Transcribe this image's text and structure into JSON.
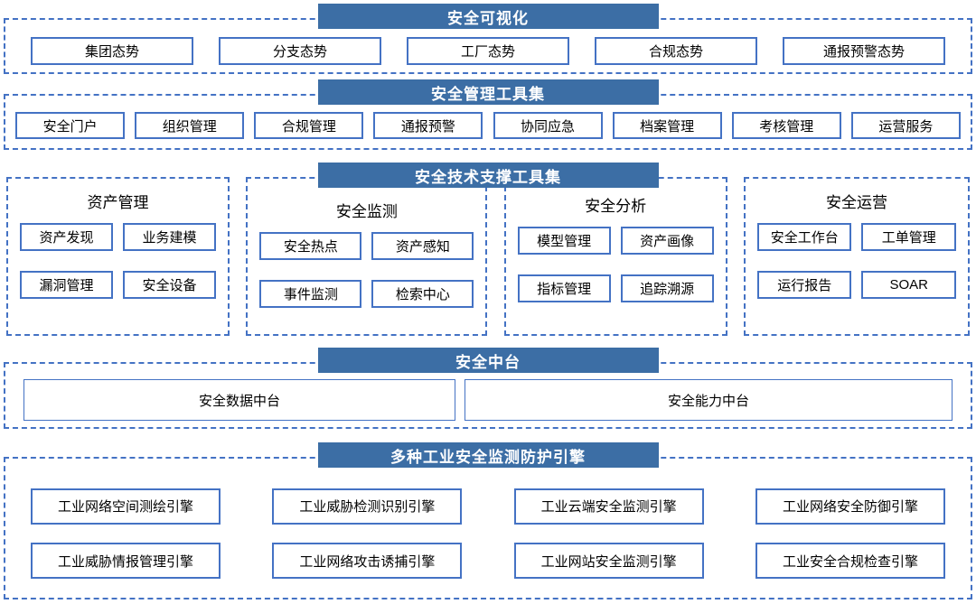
{
  "colors": {
    "header_bg": "#3c6ea5",
    "box_border": "#4472c4",
    "dashed_border": "#4472c4"
  },
  "sections": {
    "visualization": {
      "title": "安全可视化",
      "items": [
        "集团态势",
        "分支态势",
        "工厂态势",
        "合规态势",
        "通报预警态势"
      ]
    },
    "management": {
      "title": "安全管理工具集",
      "items": [
        "安全门户",
        "组织管理",
        "合规管理",
        "通报预警",
        "协同应急",
        "档案管理",
        "考核管理",
        "运营服务"
      ]
    },
    "tech_support": {
      "title": "安全技术支撑工具集",
      "groups": [
        {
          "title": "资产管理",
          "items": [
            "资产发现",
            "业务建模",
            "漏洞管理",
            "安全设备"
          ]
        },
        {
          "title": "安全监测",
          "items": [
            "安全热点",
            "资产感知",
            "事件监测",
            "检索中心"
          ]
        },
        {
          "title": "安全分析",
          "items": [
            "模型管理",
            "资产画像",
            "指标管理",
            "追踪溯源"
          ]
        },
        {
          "title": "安全运营",
          "items": [
            "安全工作台",
            "工单管理",
            "运行报告",
            "SOAR"
          ]
        }
      ]
    },
    "middle_platform": {
      "title": "安全中台",
      "items": [
        "安全数据中台",
        "安全能力中台"
      ]
    },
    "engines": {
      "title": "多种工业安全监测防护引擎",
      "items": [
        "工业网络空间测绘引擎",
        "工业威胁检测识别引擎",
        "工业云端安全监测引擎",
        "工业网络安全防御引擎",
        "工业威胁情报管理引擎",
        "工业网络攻击诱捕引擎",
        "工业网站安全监测引擎",
        "工业安全合规检查引擎"
      ]
    }
  }
}
